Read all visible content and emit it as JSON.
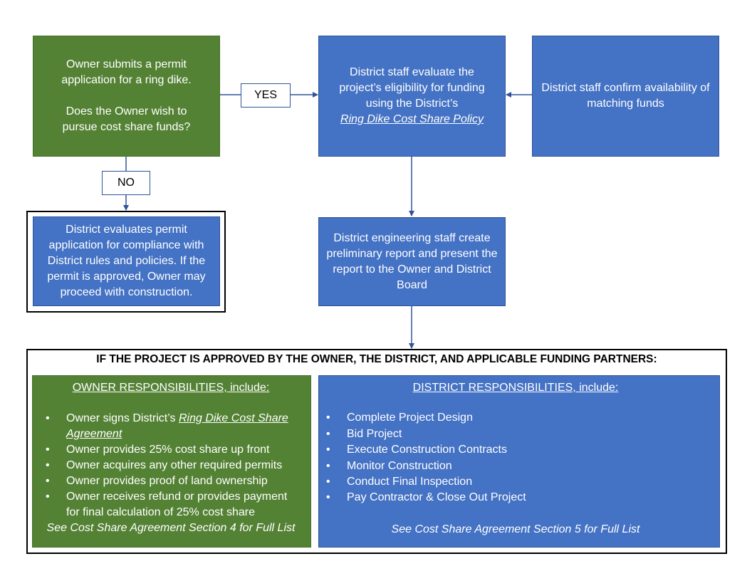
{
  "start_box": {
    "line1": "Owner submits a permit application for a ring dike.",
    "line2": "Does the Owner wish to pursue cost share funds?"
  },
  "yes_label": "YES",
  "no_label": "NO",
  "evaluate_box": {
    "text": "District staff evaluate the project’s eligibility for funding using the District’s",
    "policy": "Ring Dike Cost Share Policy"
  },
  "confirm_box": {
    "text": "District staff confirm availability of matching funds"
  },
  "compliance_box": {
    "text": "District evaluates permit application for compliance with District rules and policies.  If the permit is approved, Owner may proceed with construction."
  },
  "report_box": {
    "text": "District engineering staff create preliminary report and present the report to the Owner and District Board"
  },
  "approval": {
    "heading": "IF THE PROJECT IS APPROVED BY THE OWNER, THE DISTRICT, AND APPLICABLE FUNDING PARTNERS:"
  },
  "owner": {
    "heading": "OWNER RESPONSIBILITIES, include:",
    "item1_prefix": "Owner signs District’s ",
    "item1_link": "Ring Dike Cost Share Agreement",
    "items": [
      "Owner provides 25% cost share up front",
      "Owner acquires any other required permits",
      "Owner provides proof of land ownership",
      "Owner receives refund or provides payment for final calculation of 25% cost share"
    ],
    "footer": "See Cost Share Agreement Section 4 for Full List"
  },
  "district": {
    "heading": "DISTRICT RESPONSIBILITIES, include:",
    "items": [
      "Complete Project Design",
      "Bid Project",
      "Execute Construction Contracts",
      "Monitor Construction",
      "Conduct Final Inspection",
      "Pay Contractor & Close Out Project"
    ],
    "footer": "See Cost Share Agreement Section 5 for Full List"
  },
  "colors": {
    "green": "#548235",
    "blue": "#4472c4",
    "connector": "#2f5597"
  }
}
